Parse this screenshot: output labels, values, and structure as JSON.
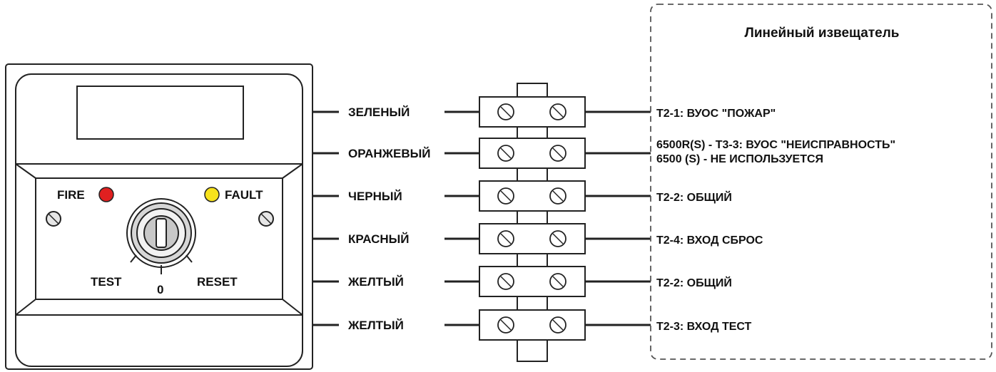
{
  "panel": {
    "indicators": [
      {
        "label": "FIRE",
        "color": "#e02020"
      },
      {
        "label": "FAULT",
        "color": "#f7e21c"
      }
    ],
    "switch_labels": {
      "left": "TEST",
      "center": "0",
      "right": "RESET"
    }
  },
  "wires": [
    "ЗЕЛЕНЫЙ",
    "ОРАНЖЕВЫЙ",
    "ЧЕРНЫЙ",
    "КРАСНЫЙ",
    "ЖЕЛТЫЙ",
    "ЖЕЛТЫЙ"
  ],
  "detector": {
    "title": "Линейный извещатель",
    "terminals": [
      [
        "T2-1: ВУОС \"ПОЖАР\""
      ],
      [
        "6500R(S) - T3-3: ВУОС \"НЕИСПРАВНОСТЬ\"",
        "6500 (S) - НЕ ИСПОЛЬЗУЕТСЯ"
      ],
      [
        "T2-2: ОБЩИЙ"
      ],
      [
        "T2-4: ВХОД СБРОС"
      ],
      [
        "T2-2: ОБЩИЙ"
      ],
      [
        "T2-3: ВХОД ТЕСТ"
      ]
    ]
  },
  "colors": {
    "line": "#222222",
    "panel_fill": "#ffffff",
    "dash": "#555555"
  }
}
